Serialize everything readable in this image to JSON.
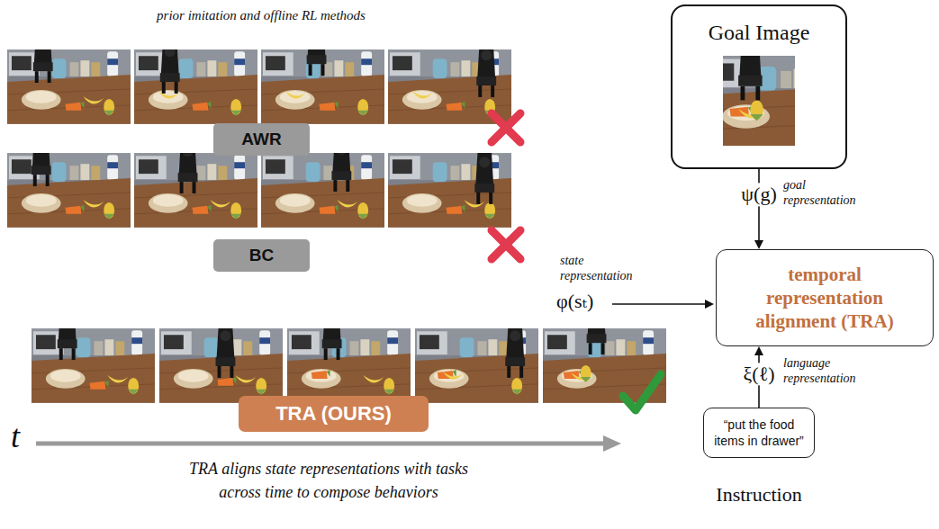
{
  "diagram": {
    "caption": "TRA aligns state representations with tasks across time to compose behaviors",
    "nodes": [
      {
        "text": [
          "AWR"
        ]
      },
      {
        "text": [
          "BC"
        ]
      },
      {
        "text": [
          "TRA (OURS)"
        ]
      },
      {
        "text": [
          "Goal Image"
        ]
      },
      {
        "text": [
          "temporal representation alignment (TRA)"
        ]
      },
      {
        "text": [
          "“put the food items in drawer”",
          "Instruction"
        ]
      }
    ],
    "edges": [
      {
        "from": 3,
        "to": 4,
        "label": "ψ(g)",
        "arrow": "to"
      },
      {
        "from": 5,
        "to": 4,
        "label": "ξ(ℓ)",
        "arrow": "to"
      }
    ],
    "labels": [
      "prior imitation and offline RL methods",
      "state representation",
      "φ(sₜ)",
      "goal representation",
      "language representation",
      "t"
    ]
  }
}
